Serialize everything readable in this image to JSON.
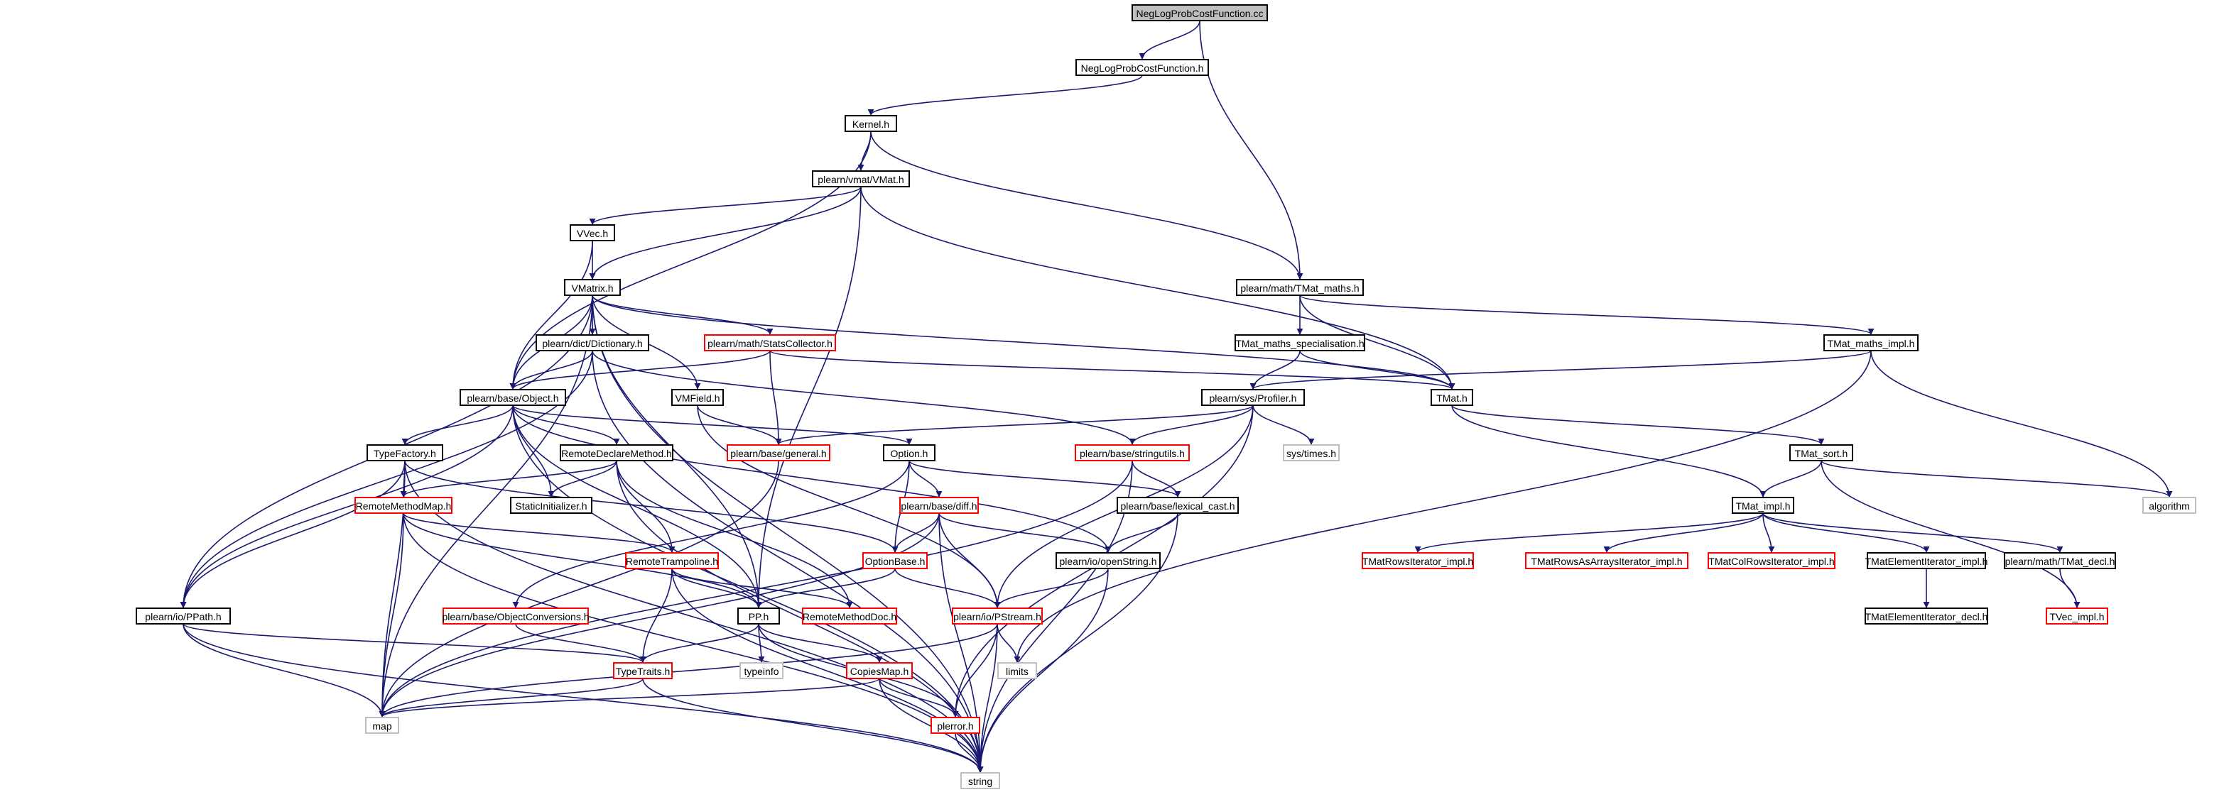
{
  "colors": {
    "edge": "#191970",
    "border_normal": "#000000",
    "border_truncated": "#ff0000",
    "border_system": "#bfbfbf",
    "fill_root": "#bfbfbf",
    "fill_normal": "#ffffff",
    "text": "#000000"
  },
  "nodes": [
    {
      "id": "n0",
      "label": "NegLogProbCostFunction.cc",
      "kind": "root"
    },
    {
      "id": "n1",
      "label": "NegLogProbCostFunction.h",
      "kind": "normal"
    },
    {
      "id": "n2",
      "label": "Kernel.h",
      "kind": "normal"
    },
    {
      "id": "n3",
      "label": "plearn/vmat/VMat.h",
      "kind": "normal"
    },
    {
      "id": "n4",
      "label": "VVec.h",
      "kind": "normal"
    },
    {
      "id": "n5",
      "label": "VMatrix.h",
      "kind": "normal"
    },
    {
      "id": "n6",
      "label": "plearn/math/TMat_maths.h",
      "kind": "normal"
    },
    {
      "id": "n7",
      "label": "plearn/dict/Dictionary.h",
      "kind": "normal"
    },
    {
      "id": "n8",
      "label": "plearn/math/StatsCollector.h",
      "kind": "truncated"
    },
    {
      "id": "n9",
      "label": "TMat_maths_specialisation.h",
      "kind": "normal"
    },
    {
      "id": "n10",
      "label": "TMat_maths_impl.h",
      "kind": "normal"
    },
    {
      "id": "n11",
      "label": "plearn/base/Object.h",
      "kind": "normal"
    },
    {
      "id": "n12",
      "label": "VMField.h",
      "kind": "normal"
    },
    {
      "id": "n13",
      "label": "plearn/sys/Profiler.h",
      "kind": "normal"
    },
    {
      "id": "n14",
      "label": "TMat.h",
      "kind": "normal"
    },
    {
      "id": "n15",
      "label": "TypeFactory.h",
      "kind": "normal"
    },
    {
      "id": "n16",
      "label": "RemoteDeclareMethod.h",
      "kind": "normal"
    },
    {
      "id": "n17",
      "label": "plearn/base/general.h",
      "kind": "truncated"
    },
    {
      "id": "n18",
      "label": "Option.h",
      "kind": "normal"
    },
    {
      "id": "n19",
      "label": "plearn/base/stringutils.h",
      "kind": "truncated"
    },
    {
      "id": "n20",
      "label": "sys/times.h",
      "kind": "system"
    },
    {
      "id": "n21",
      "label": "TMat_sort.h",
      "kind": "normal"
    },
    {
      "id": "n22",
      "label": "RemoteMethodMap.h",
      "kind": "truncated"
    },
    {
      "id": "n23",
      "label": "StaticInitializer.h",
      "kind": "normal"
    },
    {
      "id": "n24",
      "label": "plearn/base/diff.h",
      "kind": "truncated"
    },
    {
      "id": "n25",
      "label": "plearn/base/lexical_cast.h",
      "kind": "normal"
    },
    {
      "id": "n26",
      "label": "TMat_impl.h",
      "kind": "normal"
    },
    {
      "id": "n27",
      "label": "algorithm",
      "kind": "system"
    },
    {
      "id": "n28",
      "label": "RemoteTrampoline.h",
      "kind": "truncated"
    },
    {
      "id": "n29",
      "label": "OptionBase.h",
      "kind": "truncated"
    },
    {
      "id": "n30",
      "label": "plearn/io/openString.h",
      "kind": "normal"
    },
    {
      "id": "n31",
      "label": "TMatRowsIterator_impl.h",
      "kind": "truncated"
    },
    {
      "id": "n32",
      "label": "TMatRowsAsArraysIterator_impl.h",
      "kind": "truncated"
    },
    {
      "id": "n33",
      "label": "TMatColRowsIterator_impl.h",
      "kind": "truncated"
    },
    {
      "id": "n34",
      "label": "TMatElementIterator_impl.h",
      "kind": "normal"
    },
    {
      "id": "n35",
      "label": "plearn/math/TMat_decl.h",
      "kind": "normal"
    },
    {
      "id": "n36",
      "label": "plearn/io/PPath.h",
      "kind": "normal"
    },
    {
      "id": "n37",
      "label": "plearn/base/ObjectConversions.h",
      "kind": "truncated"
    },
    {
      "id": "n38",
      "label": "PP.h",
      "kind": "normal"
    },
    {
      "id": "n39",
      "label": "RemoteMethodDoc.h",
      "kind": "truncated"
    },
    {
      "id": "n40",
      "label": "plearn/io/PStream.h",
      "kind": "truncated"
    },
    {
      "id": "n41",
      "label": "TMatElementIterator_decl.h",
      "kind": "normal"
    },
    {
      "id": "n42",
      "label": "TVec_impl.h",
      "kind": "truncated"
    },
    {
      "id": "n43",
      "label": "typeinfo",
      "kind": "system"
    },
    {
      "id": "n44",
      "label": "limits",
      "kind": "system"
    },
    {
      "id": "n45",
      "label": "TypeTraits.h",
      "kind": "truncated"
    },
    {
      "id": "n46",
      "label": "CopiesMap.h",
      "kind": "truncated"
    },
    {
      "id": "n47",
      "label": "map",
      "kind": "system"
    },
    {
      "id": "n48",
      "label": "plerror.h",
      "kind": "truncated"
    },
    {
      "id": "n49",
      "label": "string",
      "kind": "system"
    }
  ],
  "edges": [
    [
      "n0",
      "n1"
    ],
    [
      "n0",
      "n6"
    ],
    [
      "n1",
      "n2"
    ],
    [
      "n2",
      "n3"
    ],
    [
      "n2",
      "n6"
    ],
    [
      "n2",
      "n11"
    ],
    [
      "n3",
      "n4"
    ],
    [
      "n3",
      "n5"
    ],
    [
      "n3",
      "n14"
    ],
    [
      "n3",
      "n38"
    ],
    [
      "n4",
      "n5"
    ],
    [
      "n4",
      "n11"
    ],
    [
      "n5",
      "n7"
    ],
    [
      "n5",
      "n8"
    ],
    [
      "n5",
      "n11"
    ],
    [
      "n5",
      "n12"
    ],
    [
      "n5",
      "n14"
    ],
    [
      "n5",
      "n36"
    ],
    [
      "n5",
      "n38"
    ],
    [
      "n5",
      "n47"
    ],
    [
      "n5",
      "n49"
    ],
    [
      "n6",
      "n9"
    ],
    [
      "n6",
      "n10"
    ],
    [
      "n6",
      "n14"
    ],
    [
      "n7",
      "n11"
    ],
    [
      "n7",
      "n19"
    ],
    [
      "n7",
      "n36"
    ],
    [
      "n7",
      "n49"
    ],
    [
      "n8",
      "n11"
    ],
    [
      "n8",
      "n14"
    ],
    [
      "n8",
      "n17"
    ],
    [
      "n9",
      "n13"
    ],
    [
      "n9",
      "n14"
    ],
    [
      "n10",
      "n13"
    ],
    [
      "n10",
      "n27"
    ],
    [
      "n10",
      "n44"
    ],
    [
      "n11",
      "n15"
    ],
    [
      "n11",
      "n16"
    ],
    [
      "n11",
      "n18"
    ],
    [
      "n11",
      "n23"
    ],
    [
      "n11",
      "n30"
    ],
    [
      "n11",
      "n36"
    ],
    [
      "n11",
      "n38"
    ],
    [
      "n11",
      "n49"
    ],
    [
      "n12",
      "n17"
    ],
    [
      "n12",
      "n40"
    ],
    [
      "n13",
      "n17"
    ],
    [
      "n13",
      "n19"
    ],
    [
      "n13",
      "n20"
    ],
    [
      "n13",
      "n40"
    ],
    [
      "n13",
      "n48"
    ],
    [
      "n14",
      "n21"
    ],
    [
      "n14",
      "n26"
    ],
    [
      "n15",
      "n22"
    ],
    [
      "n15",
      "n29"
    ],
    [
      "n15",
      "n36"
    ],
    [
      "n15",
      "n47"
    ],
    [
      "n15",
      "n49"
    ],
    [
      "n16",
      "n22"
    ],
    [
      "n16",
      "n23"
    ],
    [
      "n16",
      "n28"
    ],
    [
      "n16",
      "n39"
    ],
    [
      "n16",
      "n49"
    ],
    [
      "n17",
      "n47"
    ],
    [
      "n18",
      "n24"
    ],
    [
      "n18",
      "n25"
    ],
    [
      "n18",
      "n29"
    ],
    [
      "n18",
      "n37"
    ],
    [
      "n19",
      "n25"
    ],
    [
      "n19",
      "n47"
    ],
    [
      "n19",
      "n49"
    ],
    [
      "n21",
      "n26"
    ],
    [
      "n21",
      "n27"
    ],
    [
      "n21",
      "n42"
    ],
    [
      "n22",
      "n28"
    ],
    [
      "n22",
      "n38"
    ],
    [
      "n22",
      "n47"
    ],
    [
      "n22",
      "n49"
    ],
    [
      "n24",
      "n29"
    ],
    [
      "n24",
      "n30"
    ],
    [
      "n24",
      "n40"
    ],
    [
      "n24",
      "n47"
    ],
    [
      "n24",
      "n49"
    ],
    [
      "n25",
      "n30"
    ],
    [
      "n25",
      "n49"
    ],
    [
      "n26",
      "n31"
    ],
    [
      "n26",
      "n32"
    ],
    [
      "n26",
      "n33"
    ],
    [
      "n26",
      "n34"
    ],
    [
      "n26",
      "n35"
    ],
    [
      "n28",
      "n38"
    ],
    [
      "n28",
      "n39"
    ],
    [
      "n28",
      "n45"
    ],
    [
      "n28",
      "n49"
    ],
    [
      "n29",
      "n38"
    ],
    [
      "n29",
      "n40"
    ],
    [
      "n30",
      "n40"
    ],
    [
      "n30",
      "n49"
    ],
    [
      "n34",
      "n41"
    ],
    [
      "n35",
      "n42"
    ],
    [
      "n36",
      "n45"
    ],
    [
      "n36",
      "n47"
    ],
    [
      "n36",
      "n49"
    ],
    [
      "n37",
      "n45"
    ],
    [
      "n38",
      "n43"
    ],
    [
      "n38",
      "n45"
    ],
    [
      "n38",
      "n46"
    ],
    [
      "n38",
      "n48"
    ],
    [
      "n40",
      "n44"
    ],
    [
      "n40",
      "n47"
    ],
    [
      "n40",
      "n48"
    ],
    [
      "n40",
      "n49"
    ],
    [
      "n45",
      "n47"
    ],
    [
      "n45",
      "n49"
    ],
    [
      "n46",
      "n47"
    ],
    [
      "n46",
      "n48"
    ],
    [
      "n46",
      "n49"
    ],
    [
      "n48",
      "n49"
    ]
  ]
}
